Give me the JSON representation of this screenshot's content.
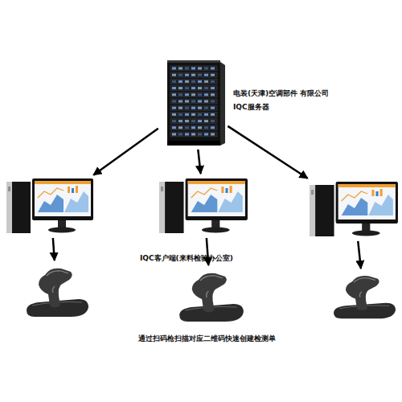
{
  "diagram": {
    "nodes": [
      {
        "text": [
          "电装(天津)空调部件 有限公司",
          "IQC服务器"
        ]
      },
      {
        "text": []
      },
      {
        "text": [
          "IQC客户端(来料检验办公室)"
        ]
      },
      {
        "text": []
      },
      {
        "text": []
      },
      {
        "text": []
      },
      {
        "text": []
      }
    ],
    "edges": [
      {
        "from": 0,
        "to": 1,
        "arrow": "to"
      },
      {
        "from": 0,
        "to": 2,
        "arrow": "to"
      },
      {
        "from": 0,
        "to": 3,
        "arrow": "to"
      },
      {
        "from": 1,
        "to": 4,
        "arrow": "to"
      },
      {
        "from": 2,
        "to": 5,
        "arrow": "to"
      },
      {
        "from": 3,
        "to": 6,
        "arrow": "to"
      }
    ],
    "labels": [
      "通过扫码枪扫描对应二维码快速创建检测单"
    ]
  }
}
